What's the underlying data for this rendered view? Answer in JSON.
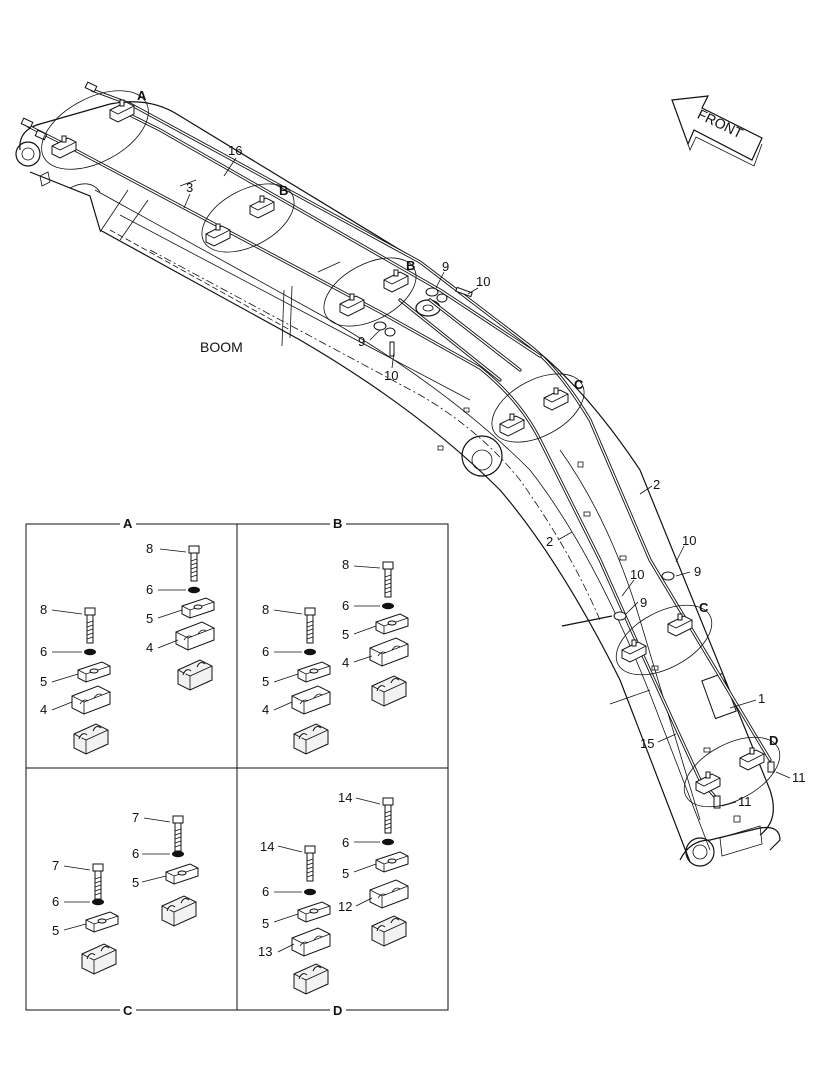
{
  "direction_arrow": {
    "label": "FRONT"
  },
  "boom_label": "BOOM",
  "main_view_callouts": {
    "detail_A": "A",
    "detail_B_upper": "B",
    "detail_B_lower": "B",
    "detail_C_upper": "C",
    "detail_C_lower": "C",
    "detail_D": "D",
    "p16": "16",
    "p3": "3",
    "p9a": "9",
    "p10a": "10",
    "p9b": "9",
    "p10b": "10",
    "p2a": "2",
    "p2b": "2",
    "p10c": "10",
    "p9c": "9",
    "p10d": "10",
    "p9d": "9",
    "p1": "1",
    "p15": "15",
    "p11a": "11",
    "p11b": "11"
  },
  "detail_panels": [
    {
      "id": "A",
      "top_label": "A",
      "bottom_label": "",
      "right_stack": {
        "bolt": "8",
        "washer": "6",
        "upper_clamp": "5",
        "lower_clamp": "4"
      },
      "left_stack": {
        "bolt": "8",
        "washer": "6",
        "upper_clamp": "5",
        "lower_clamp": "4"
      }
    },
    {
      "id": "B",
      "top_label": "B",
      "bottom_label": "",
      "right_stack": {
        "bolt": "8",
        "washer": "6",
        "upper_clamp": "5",
        "lower_clamp": "4"
      },
      "left_stack": {
        "bolt": "8",
        "washer": "6",
        "upper_clamp": "5",
        "lower_clamp": "4"
      }
    },
    {
      "id": "C",
      "top_label": "",
      "bottom_label": "C",
      "right_stack": {
        "bolt": "7",
        "washer": "6",
        "upper_clamp": "5"
      },
      "left_stack": {
        "bolt": "7",
        "washer": "6",
        "upper_clamp": "5"
      }
    },
    {
      "id": "D",
      "top_label": "",
      "bottom_label": "D",
      "right_stack": {
        "bolt": "14",
        "washer": "6",
        "upper_clamp": "5",
        "lower_clamp": "12"
      },
      "left_stack": {
        "bolt": "14",
        "washer": "6",
        "upper_clamp": "5",
        "lower_clamp": "13"
      }
    }
  ]
}
